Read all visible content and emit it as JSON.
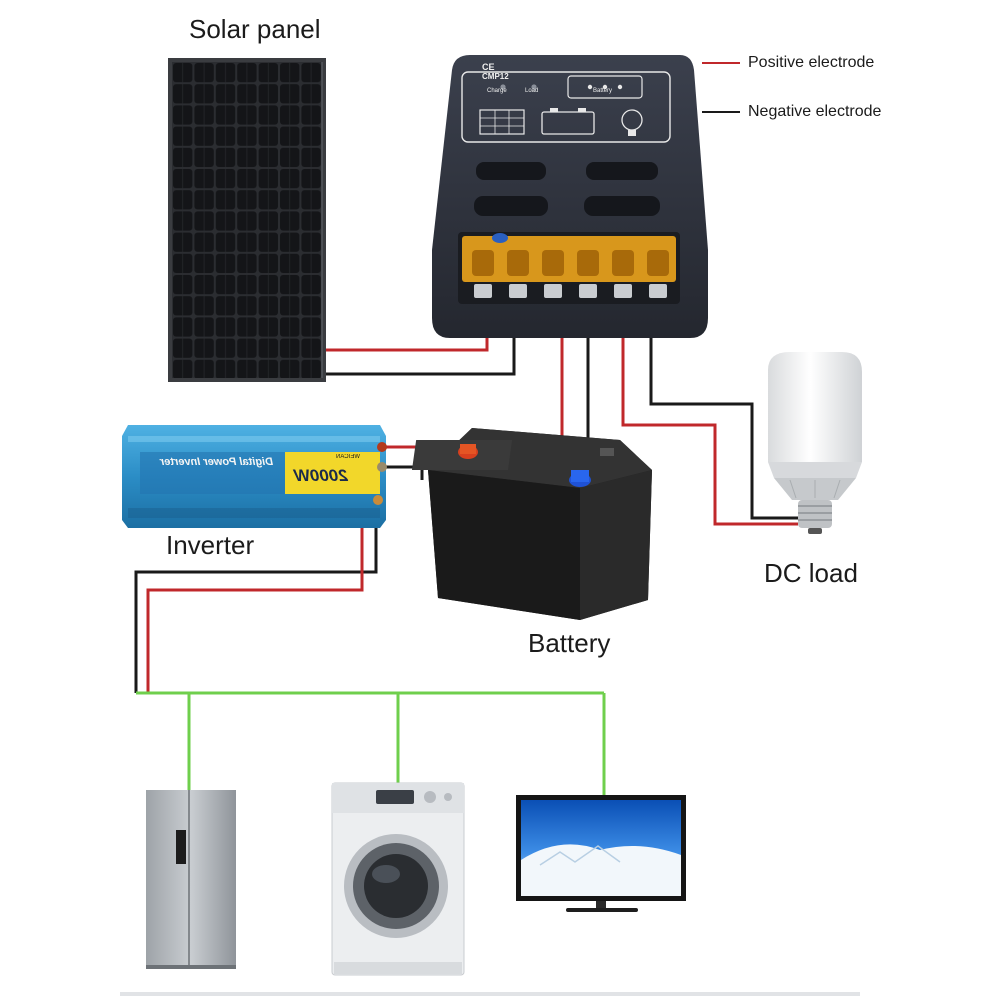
{
  "labels": {
    "solar_panel": "Solar panel",
    "inverter": "Inverter",
    "battery": "Battery",
    "dc_load": "DC load"
  },
  "legend": {
    "positive": "Positive electrode",
    "negative": "Negative electrode"
  },
  "controller": {
    "model": "CMP12",
    "ce_mark": "CE",
    "indicators": [
      "Charge",
      "Load",
      "Battery"
    ]
  },
  "inverter": {
    "brand": "WEICAN",
    "title": "Digital Power Inverter",
    "power": "2000W"
  },
  "colors": {
    "positive_wire": "#c0282b",
    "negative_wire": "#1a1a1a",
    "ac_wire": "#6fcf4c",
    "controller_body": "#2e3340",
    "terminal_cover": "#e8a21c",
    "inverter_body": "#2f8fc4",
    "battery_body": "#262626"
  }
}
